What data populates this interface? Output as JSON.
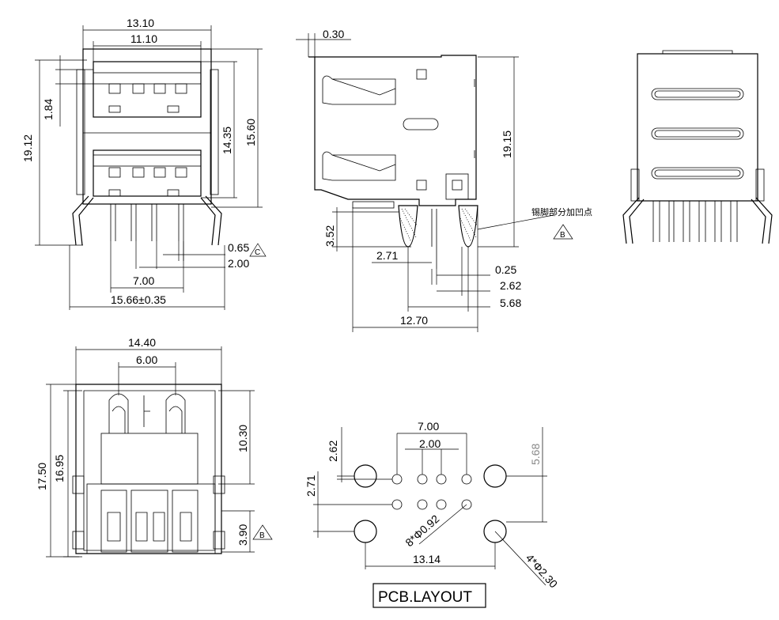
{
  "dims": {
    "top_width_outer": "13.10",
    "top_width_inner": "11.10",
    "left_height_total": "19.12",
    "left_small": "1.84",
    "inner_height_a": "14.35",
    "inner_height_b": "15.60",
    "pin_offset": "0.65",
    "pin_pitch": "2.00",
    "pin_span": "7.00",
    "body_width": "15.66±0.35",
    "side_plate": "0.30",
    "side_height": "19.15",
    "side_peg": "3.52",
    "side_a": "2.71",
    "side_b": "0.25",
    "side_c": "2.62",
    "side_d": "5.68",
    "side_depth": "12.70",
    "bottom_width": "14.40",
    "bottom_inner": "6.00",
    "bottom_h_total": "17.50",
    "bottom_h_a": "16.95",
    "bottom_h_b": "10.30",
    "bottom_h_c": "3.90",
    "pcb_pin_span": "7.00",
    "pcb_pin_pitch": "2.00",
    "pcb_v_a": "2.62",
    "pcb_v_b": "2.71",
    "pcb_v_c": "5.68",
    "pcb_small_holes": "8*Φ0.92",
    "pcb_mount_span": "13.14",
    "pcb_mount_holes": "4*Φ2.30"
  },
  "notes": {
    "tin_note": "锡脚部分加凹点",
    "marker_c": "C",
    "marker_b": "B",
    "marker_b2": "B"
  },
  "pcb_title": "PCB.LAYOUT"
}
